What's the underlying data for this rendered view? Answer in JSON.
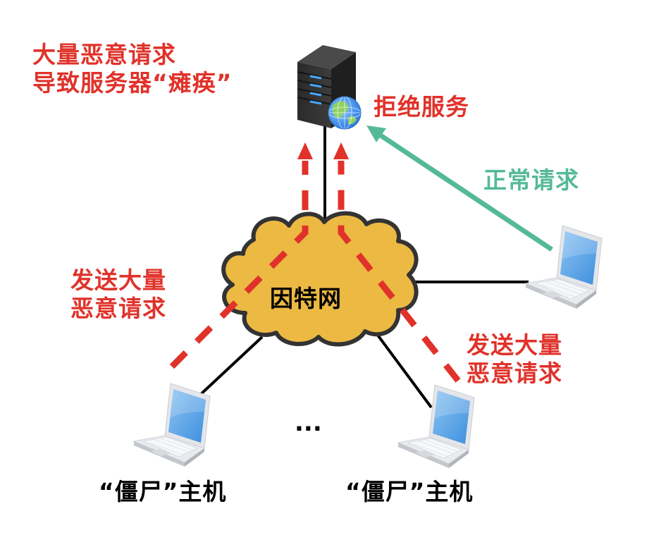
{
  "title": "DDoS attack diagram",
  "labels": {
    "server_overload": "大量恶意请求\n导致服务器“瘫痪”",
    "deny_service": "拒绝服务",
    "normal_request": "正常请求",
    "send_left": "发送大量\n恶意请求",
    "send_right": "发送大量\n恶意请求",
    "internet": "因特网",
    "zombie_left": "“僵尸”主机",
    "zombie_right": "“僵尸”主机",
    "ellipsis": "..."
  },
  "nodes": {
    "server": {
      "icon": "server-icon",
      "badge": "globe-icon"
    },
    "cloud": {
      "icon": "cloud-icon"
    },
    "normal_client": {
      "icon": "laptop-icon"
    },
    "zombie_left": {
      "icon": "laptop-icon"
    },
    "zombie_right": {
      "icon": "laptop-icon"
    }
  },
  "colors": {
    "attack": "#e0322a",
    "normal": "#55b998",
    "cloud_fill": "#ecb943",
    "cloud_stroke": "#333333",
    "link": "#000000"
  }
}
